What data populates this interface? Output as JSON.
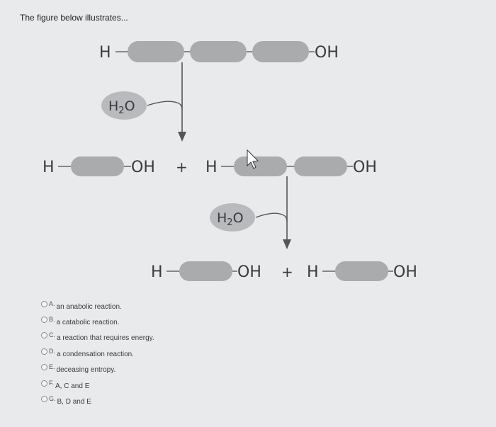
{
  "question": {
    "text": "The figure below illustrates..."
  },
  "figure": {
    "top_chain": {
      "h": "H",
      "oh": "OH",
      "water": "H2O"
    },
    "row2": {
      "h_left": "H",
      "oh_left": "OH",
      "plus": "+",
      "h_right": "H",
      "oh_right": "OH",
      "water": "H2O"
    },
    "row3": {
      "h_left": "H",
      "oh_left": "OH",
      "plus": "+",
      "h_right": "H",
      "oh_right": "OH"
    }
  },
  "options": [
    {
      "letter": "A.",
      "text": "an anabolic reaction."
    },
    {
      "letter": "B.",
      "text": "a catabolic reaction."
    },
    {
      "letter": "C.",
      "text": "a reaction that requires energy."
    },
    {
      "letter": "D.",
      "text": "a condensation reaction."
    },
    {
      "letter": "E.",
      "text": "deceasing entropy."
    },
    {
      "letter": "F.",
      "text": "A, C and E"
    },
    {
      "letter": "G.",
      "text": "B, D and E"
    }
  ]
}
